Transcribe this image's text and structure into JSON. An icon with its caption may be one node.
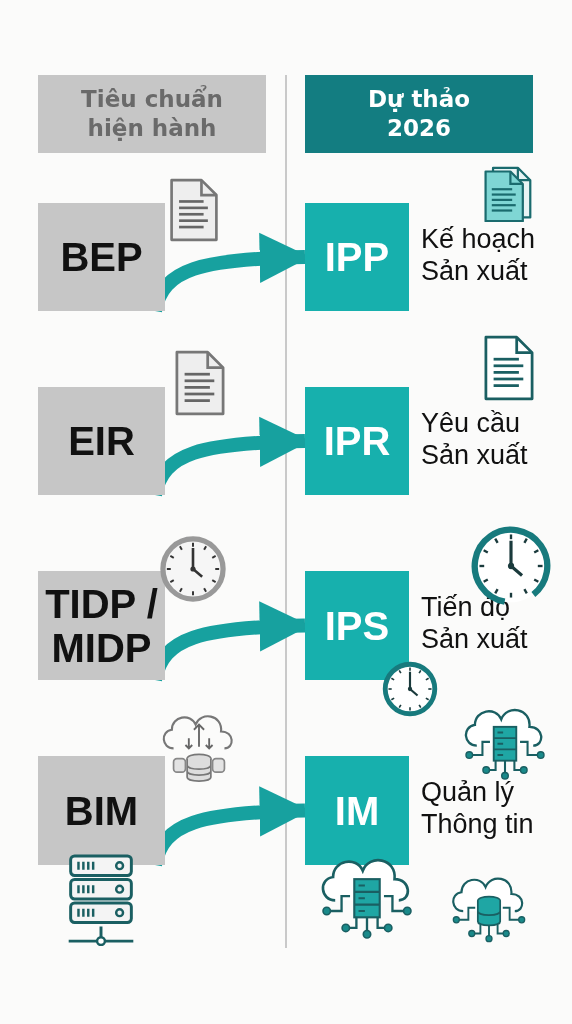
{
  "diagram": {
    "nodes": [
      {
        "text": [
          "Tiêu chuẩn hiện hành"
        ]
      },
      {
        "text": [
          "Dự thảo 2026"
        ]
      },
      {
        "text": [
          "BEP"
        ]
      },
      {
        "text": [
          "IPP"
        ],
        "beside": [
          "Kế hoạch Sản xuất"
        ]
      },
      {
        "text": [
          "EIR"
        ]
      },
      {
        "text": [
          "IPR"
        ],
        "beside": [
          "Yêu cầu Sản xuất"
        ]
      },
      {
        "text": [
          "TIDP / MIDP"
        ]
      },
      {
        "text": [
          "IPS"
        ],
        "beside": [
          "Tiến độ Sản xuất"
        ]
      },
      {
        "text": [
          "BIM"
        ]
      },
      {
        "text": [
          "IM"
        ],
        "beside": [
          "Quản lý Thông tin"
        ]
      }
    ],
    "edges": [
      {
        "from": 2,
        "to": 3,
        "arrow": "to"
      },
      {
        "from": 4,
        "to": 5,
        "arrow": "to"
      },
      {
        "from": 6,
        "to": 7,
        "arrow": "to"
      },
      {
        "from": 8,
        "to": 9,
        "arrow": "to"
      }
    ]
  }
}
